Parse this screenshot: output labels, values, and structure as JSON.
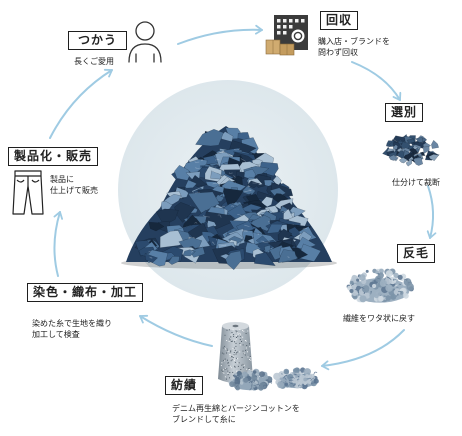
{
  "stages": {
    "use": {
      "label": "つかう",
      "desc": [
        "長くご愛用"
      ]
    },
    "collect": {
      "label": "回収",
      "desc": [
        "購入店・ブランドを",
        "問わず回収"
      ]
    },
    "sort": {
      "label": "選別",
      "desc": [
        "仕分けて裁断"
      ]
    },
    "fiber": {
      "label": "反毛",
      "desc": [
        "繊維をワタ状に戻す"
      ]
    },
    "spin": {
      "label": "紡績",
      "desc": [
        "デニム再生綿とバージンコットンを",
        "ブレンドして糸に"
      ]
    },
    "weave": {
      "label": "染色・織布・加工",
      "desc": [
        "染めた糸で生地を織り",
        "加工して検査"
      ]
    },
    "product": {
      "label": "製品化・販売",
      "desc": [
        "製品に",
        "仕上げて販売"
      ]
    }
  },
  "icons": {
    "use": "person-icon",
    "collect": "store-building-icon",
    "sort": "denim-scraps-image",
    "fiber": "fiber-fluff-image",
    "spin": "yarn-cone-image",
    "product": "jeans-icon",
    "center": "denim-pile-image"
  },
  "colors": {
    "arrow": "#9fcbe3",
    "center_circle": "#e3ebef",
    "label_border": "#1f1f1f",
    "denim": [
      "#16283d",
      "#1f3550",
      "#2b4a6e",
      "#3d628a",
      "#4a6f94",
      "#587fa6",
      "#7c9dbd",
      "#a8bfd3"
    ]
  }
}
